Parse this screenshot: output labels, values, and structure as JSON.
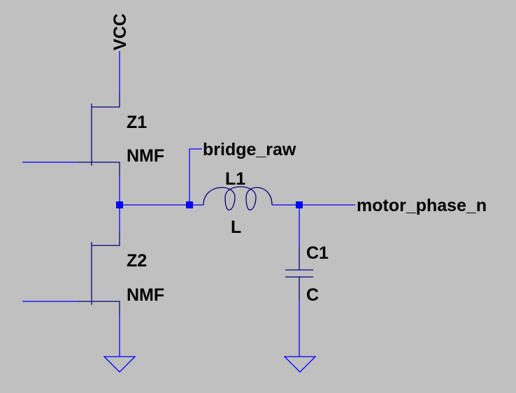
{
  "schematic": {
    "background_color": "#c0c0c0",
    "wire_color": "#0000ff",
    "component_color": "#000080",
    "net_labels": {
      "vcc": "VCC",
      "bridge_raw": "bridge_raw",
      "motor_phase_n": "motor_phase_n"
    },
    "components": [
      {
        "ref": "Z1",
        "value": "NMF",
        "type": "nmos"
      },
      {
        "ref": "Z2",
        "value": "NMF",
        "type": "nmos"
      },
      {
        "ref": "L1",
        "value": "L",
        "type": "inductor"
      },
      {
        "ref": "C1",
        "value": "C",
        "type": "capacitor"
      }
    ],
    "grounds": 2,
    "junctions": 3
  }
}
